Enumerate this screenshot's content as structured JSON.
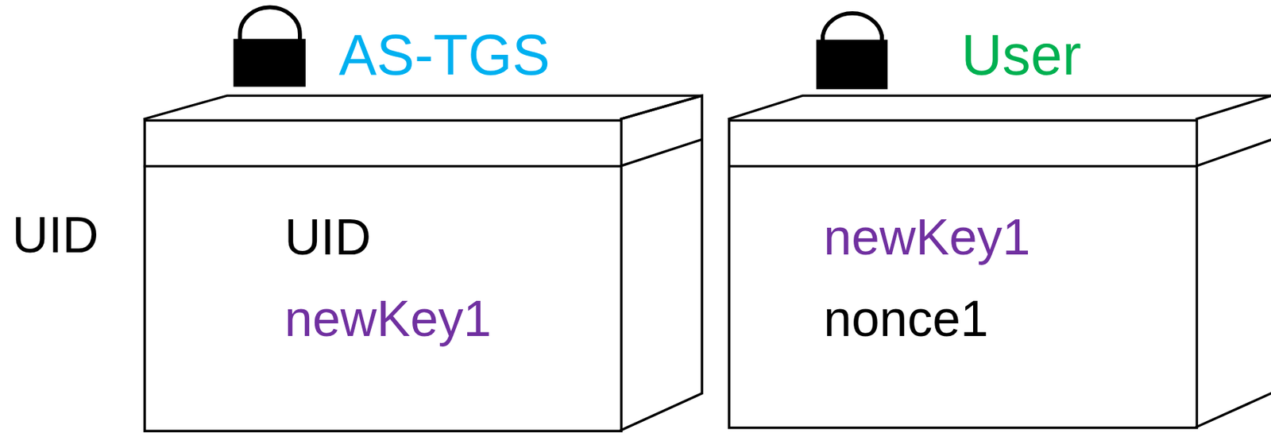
{
  "diagram": {
    "nodes": [
      {
        "text": [
          "AS-TGS",
          "UID",
          "newKey1"
        ]
      },
      {
        "text": [
          "User",
          "newKey1",
          "nonce1"
        ]
      }
    ],
    "labels": [
      "UID"
    ]
  }
}
